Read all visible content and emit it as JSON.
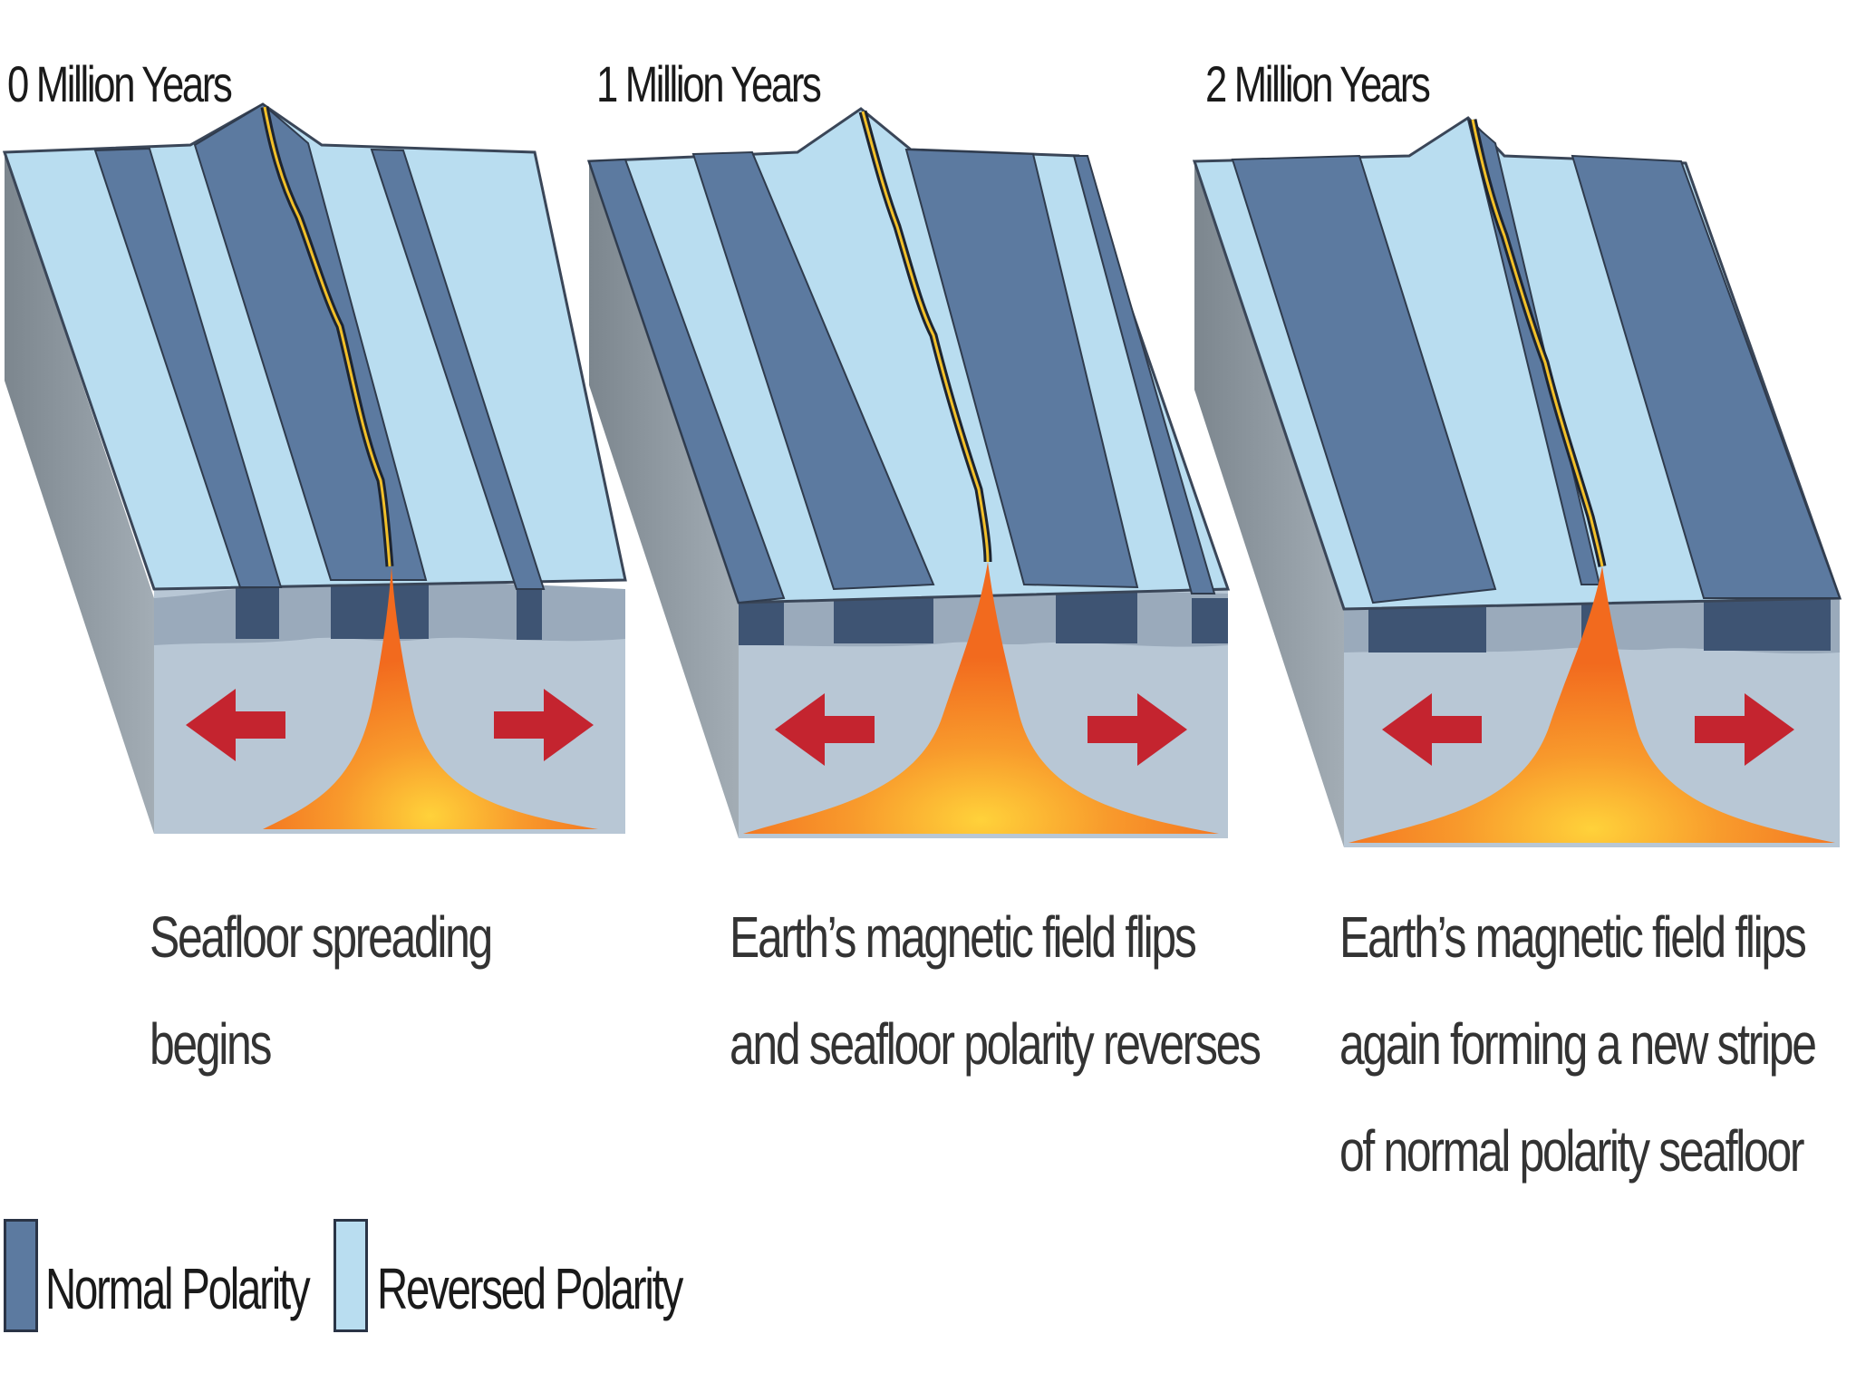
{
  "panels": [
    {
      "title": "0 Million Years",
      "caption": "Seafloor spreading begins"
    },
    {
      "title": "1 Million Years",
      "caption": "Earth’s magnetic field flips and seafloor polarity reverses"
    },
    {
      "title": "2 Million Years",
      "caption": "Earth’s magnetic field flips again forming a new stripe of normal polarity seafloor"
    }
  ],
  "legend": {
    "normal_label": "Normal Polarity",
    "reversed_label": "Reversed Polarity"
  },
  "colors": {
    "normal": "#5c7aa0",
    "reversed": "#b9ddf0",
    "crust": "#b7c6d4",
    "side": "#8a949c",
    "magma": "#f48b2b",
    "arrow": "#c4242f"
  }
}
